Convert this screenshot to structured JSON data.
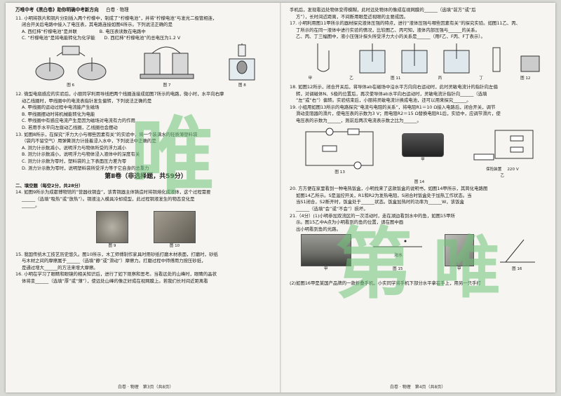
{
  "header": "万唯中考《黑白卷》助你明确中考新方向",
  "header_tag": "白卷 · 物理",
  "left_lines": [
    "11. 小明将铁片和铜片分别插入两个柠檬中，制成了“柠檬电池”，并将“柠檬电池”与发光二极管相连，",
    "闭合开关后电路中接入了电压表，其电路连接如图6所示。下列说法正确的是",
    "A. 西红柿“柠檬电池”是并联　　　　　B. 电压表读数在电路中",
    "C. “柠檬电池”是将电能转化为化学能　　D. 西红柿“柠檬电池”的总电压为1.2 V",
    "12. 微型电扇感应的实验后，小丽同学利用导线把两个线圈连接成如图7所示的电路，微小时，水平向右摩",
    "动乙线圈时，甲线圈中的电流表指针发生偏转，下列说法正确的是",
    "A. 甲线圈的运动过程中电流能产生磁场",
    "B. 甲线圈摆动时将机械能转化为电能",
    "C. 甲线圈中有感应电流产生是因为磁场对电流有力的作用",
    "D. 若用手水平向左拨动乙线圈，乙线圈也会摆动",
    "13. 如图8所示，在探究“浮力大小与哪些因素有关”的实验中，将一个装满水的轻质薄塑料袋",
    "（袋内不留空气）用弹簧测力计挂着浸入水中，下列说法中正确的是",
    "A. 测力计示数减小，说明浮力与物体所受的浮力减小",
    "B. 测力计示数减小，说明浮力与物体浸入液体中的深度有关",
    "C. 测力计示数为零时，塑料袋的上下表面压力差为零",
    "D. 测力计示数为零时，说明塑料袋所受浮力等于它自身的总重力"
  ],
  "section2_title": "第Ⅱ卷（非选择题，共59分）",
  "section2_sub": "二、填空题（每空2分，共28分）",
  "left_lines2": [
    "14. 如图9所示为成都博物馆的“营器纹铜壶”，该青铜器主体铸造时将铜熔化成液体，这个过程需要",
    "______（选填“吸热”或“放热”）。铜液注入模具冷却成型，此过程铜液发生的物态变化是",
    "______。",
    "15. 我国传统木工技艺历史悠久。图10所示，木工师傅制作家具时用砂纸打磨木材表面，打磨时，砂纸",
    "与木材之间的摩擦属于______（选填“静”或“滑动”）摩擦力。打磨过程中师傅用力按压砂纸，",
    "是通过增大______的方法来增大摩擦。",
    "16. 小明在学习了眼睛和眼镜的相关知识后，进行了如下观察和思考。当看远处的山峰时，眼睛的晶状",
    "体将变______（选填“厚”或“薄”），使远处山峰的像正好成在视网膜上。若我们长时间近距离看"
  ],
  "right_lines": [
    "手机后，发现看远处物体变得模糊，此时远处物体的像成在视网膜的______（选填“前方”或“后",
    "方”），长时间近距离，不间断用眼是近视眼的主要成因。",
    "17. 小明利用图11甲所示的器材探究液体压强的特点，进行“液体压强与哪些因素有关”的探究实验。如图11乙、丙、",
    "丁所示的在同一液体中进行实验的情况，比较图乙、丙可知，液体内部压强与______的关系。",
    "乙、丙、丁三幅图中，液小压强计探头所受浮力大小的关系是______（用F乙、F丙、F丁表示）。",
    "18. 如图12所示，闭合开关后，将导体ab在磁场中沿水平方向向右运动时，此时灵敏电流计的指针向左偏",
    "转，对调磁体N、S极的位置后，再次使导体ab水平向右运动时，灵敏电流计指针向______（选填",
    "“左”或“右”）偏转。实验结束后，小丽将灵敏电流计换成电池，还可以用来探究______。",
    "19. 小组用如图13所示的电路探究“电流与电阻的关系”，将电阻R1＝10 Ω接入电路后，闭合开关，调节",
    "滑动变阻器的滑片，使电压表的示数为3 V；用电阻R2＝15 Ω替换电阻R1后，实验中，应调节滑片，使",
    "电压表的示数为______，则前后两次电流表示数之比为______。"
  ],
  "right_lines2": [
    "20. 方方便在家里看到一种电热饭盒，小明找来了这款饭盒的说明书，如图14甲所示，其简化电路图",
    "如图14乙所示。S是温控开关，R1和R2为发热电阻，S闭合时饭盒处于加热工作状态。当",
    "当S1闭合，S2断开时，饭盒处于______状态。饭盒加热时的功率为______W，该饭盒",
    "______（选填“会”或“不会”）损坏。",
    "21.（4分）(1)小明参加双流区的一次活动时，走在湖边看到水中的鱼，如图15甲所",
    "示。图15乙中A点为小明看到的鱼的位置，请在图中画",
    "出小明看到鱼的光路。",
    "(2)如图16甲是某国产品牌的一款折叠手机，小实同学将手机下部分水平拿在手上，用另一只手打"
  ],
  "labels": {
    "fig6": "图 6",
    "fig7": "图 7",
    "fig8": "图 8",
    "fig9": "图 9",
    "fig10": "图 10",
    "fig11": "图 11",
    "fig11_parts": [
      "甲",
      "乙",
      "丙",
      "丁"
    ],
    "fig12": "图 12",
    "fig13": "图 13",
    "fig14": "图 14",
    "fig14_a": "甲",
    "fig14_b": "乙",
    "fig15": "图 15",
    "fig15_water": "海水",
    "fig16": "图 16",
    "fig16_a": "甲",
    "fig16_b": "乙",
    "voltage": "220 V",
    "fuse": "保险装置"
  },
  "footer_left": "白卷 · 物理　第3页（共8页）",
  "footer_right": "白卷 · 物理　第4页（共8页）",
  "watermark_big": "唯",
  "watermark_big2": "第",
  "watermark_small": "唯"
}
